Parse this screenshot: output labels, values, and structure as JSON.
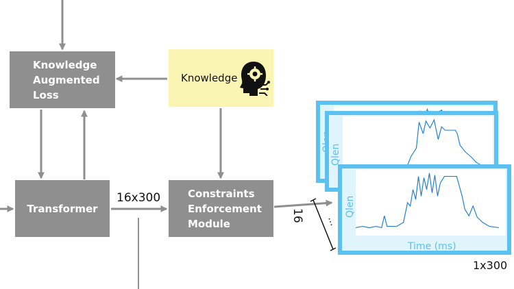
{
  "boxes": {
    "knowledge_augmented_loss": "Knowledge\nAugmented\nLoss",
    "transformer": "Transformer",
    "constraints_enforcement_module": "Constraints\nEnforcement\nModule",
    "knowledge": "Knowledge"
  },
  "dimensions": {
    "transformer_output": "16x300",
    "stack_count": "16",
    "single_output": "1x300"
  },
  "plot": {
    "ylabel": "Qlen",
    "xlabel": "Time (ms)"
  },
  "colors": {
    "box_fill": "#8f8f8f",
    "knowledge_fill": "#fbf5b3",
    "arrow": "#8f8f8f",
    "plot_accent": "#5bc1f0",
    "series_line": "#1f7fd6"
  },
  "icons": {
    "knowledge": "ai-head-gear-icon"
  }
}
